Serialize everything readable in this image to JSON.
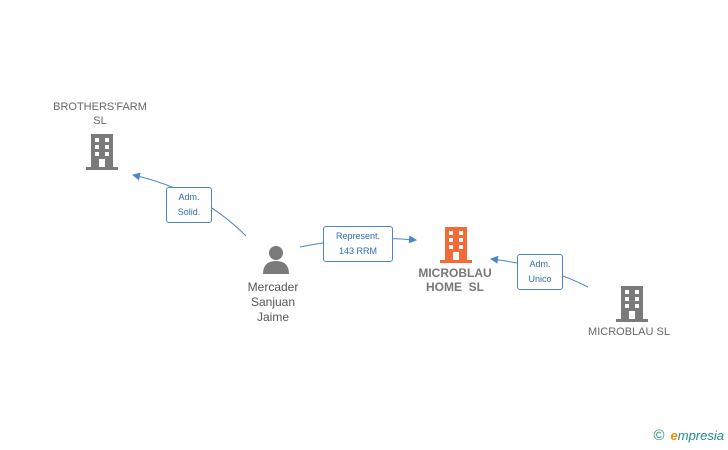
{
  "nodes": {
    "brothersfarm": {
      "label_line1": "BROTHERS'FARM",
      "label_line2": "SL"
    },
    "microblau_home": {
      "label_line1": "MICROBLAU",
      "label_line2": "HOME  SL"
    },
    "microblau": {
      "label": "MICROBLAU SL"
    },
    "person": {
      "label_line1": "Mercader",
      "label_line2": "Sanjuan",
      "label_line3": "Jaime"
    }
  },
  "edges": {
    "person_to_brothersfarm": {
      "line1": "Adm.",
      "line2": "Solid."
    },
    "person_to_microblau_home": {
      "line1": "Represent.",
      "line2": "143 RRM"
    },
    "microblau_to_microblau_home": {
      "line1": "Adm.",
      "line2": "Unico"
    }
  },
  "footer": {
    "copyright": "©",
    "brand_initial": "e",
    "brand_rest": "mpresia"
  },
  "colors": {
    "building_gray": "#7a7a7a",
    "building_main": "#f26a35",
    "edge": "#4a86c8",
    "person": "#7a7a7a"
  }
}
